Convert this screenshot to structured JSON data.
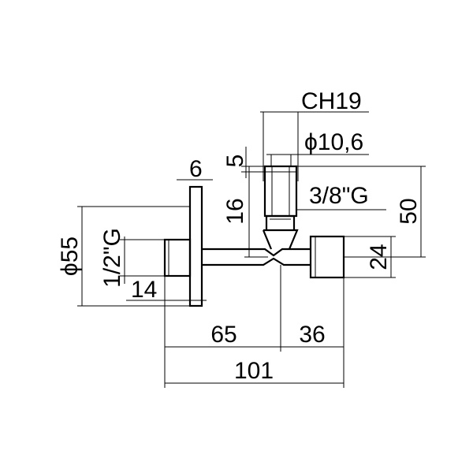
{
  "dimensions": {
    "ch19": "CH19",
    "diameter_10_6": "ϕ10,6",
    "d5": "5",
    "d6": "6",
    "d16": "16",
    "thread_3_8": "3/8\"G",
    "d50": "50",
    "diameter_55": "ϕ55",
    "thread_1_2": "1/2\"G",
    "d24": "24",
    "d14": "14",
    "d65": "65",
    "d36": "36",
    "d101": "101"
  },
  "colors": {
    "line": "#000000",
    "background": "#ffffff"
  }
}
